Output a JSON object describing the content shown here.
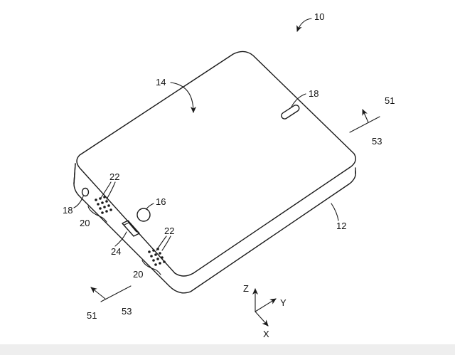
{
  "figure": {
    "labels": {
      "device": "10",
      "front_face": "14",
      "speaker_top": "18",
      "speaker_side": "18",
      "direction_right": "51",
      "direction_right_axis": "53",
      "direction_left": "51",
      "direction_left_axis": "53",
      "button": "16",
      "ports_upper": "22",
      "ports_lower": "22",
      "openings_upper": "20",
      "openings_lower": "20",
      "connector": "24",
      "housing": "12"
    },
    "axes": {
      "z": "Z",
      "y": "Y",
      "x": "X"
    }
  }
}
